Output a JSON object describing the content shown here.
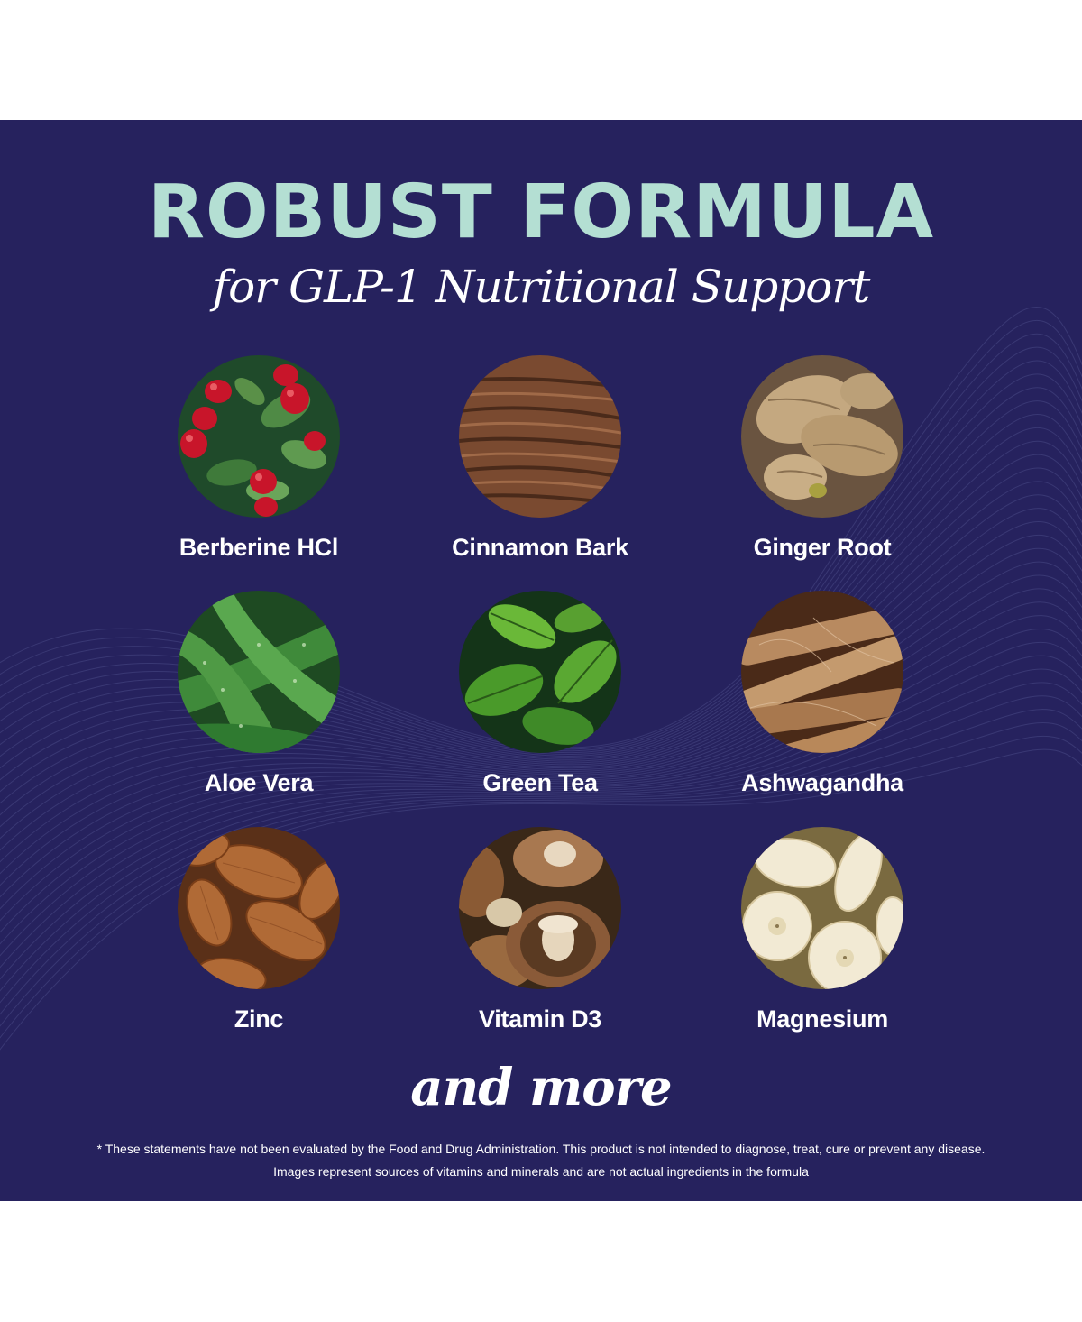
{
  "header": {
    "title": "ROBUST FORMULA",
    "subtitle": "for GLP-1 Nutritional Support"
  },
  "ingredients": [
    {
      "label": "Berberine HCl",
      "icon": "berberine-berries-image"
    },
    {
      "label": "Cinnamon Bark",
      "icon": "cinnamon-bark-image"
    },
    {
      "label": "Ginger Root",
      "icon": "ginger-root-image"
    },
    {
      "label": "Aloe Vera",
      "icon": "aloe-vera-image"
    },
    {
      "label": "Green Tea",
      "icon": "green-tea-leaves-image"
    },
    {
      "label": "Ashwagandha",
      "icon": "ashwagandha-roots-image"
    },
    {
      "label": "Zinc",
      "icon": "almonds-image"
    },
    {
      "label": "Vitamin D3",
      "icon": "mushrooms-image"
    },
    {
      "label": "Magnesium",
      "icon": "banana-slices-image"
    }
  ],
  "footer": {
    "more": "and more",
    "disclaimer_1": "* These statements have not been evaluated by the Food and Drug Administration. This product is not intended to diagnose, treat, cure or prevent any disease.",
    "disclaimer_2": "Images represent sources of vitamins and minerals and are not actual ingredients in the formula"
  },
  "colors": {
    "background": "#26225e",
    "title": "#b4dfd3",
    "text": "#ffffff"
  }
}
